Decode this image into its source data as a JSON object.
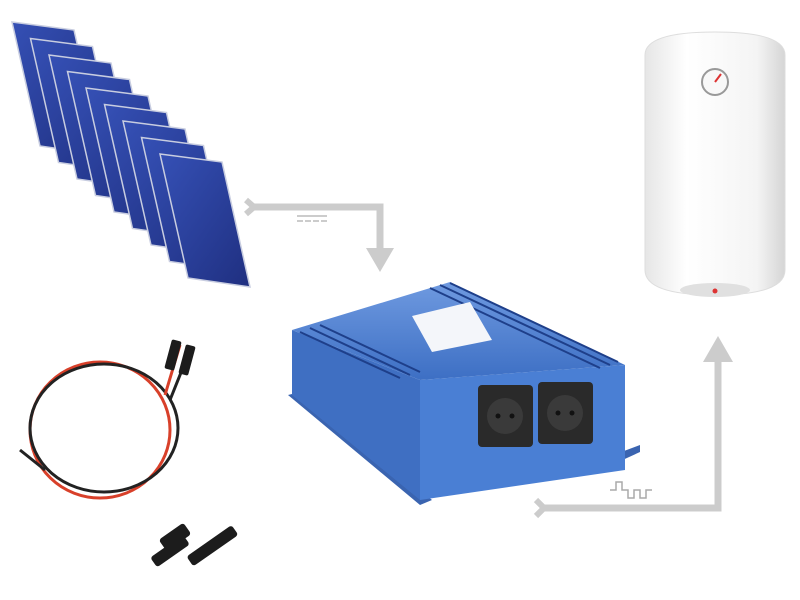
{
  "diagram": {
    "components": [
      {
        "id": "solar-panels",
        "icon": "solar-panel-icon",
        "count": 9
      },
      {
        "id": "inverter",
        "icon": "inverter-icon",
        "sockets": 2
      },
      {
        "id": "water-heater",
        "icon": "boiler-icon"
      },
      {
        "id": "pv-cable",
        "icon": "cable-icon"
      },
      {
        "id": "mc4-connectors",
        "icon": "connector-icon"
      }
    ],
    "flows": [
      {
        "from": "solar-panels",
        "to": "inverter",
        "symbol": "dc-symbol-icon"
      },
      {
        "from": "inverter",
        "to": "water-heater",
        "symbol": "ac-square-wave-icon"
      }
    ]
  },
  "colors": {
    "panel": "#2a3f9a",
    "inverter": "#4a7fd4",
    "arrow": "#cccccc",
    "cable_red": "#d8402a",
    "cable_black": "#222222"
  }
}
